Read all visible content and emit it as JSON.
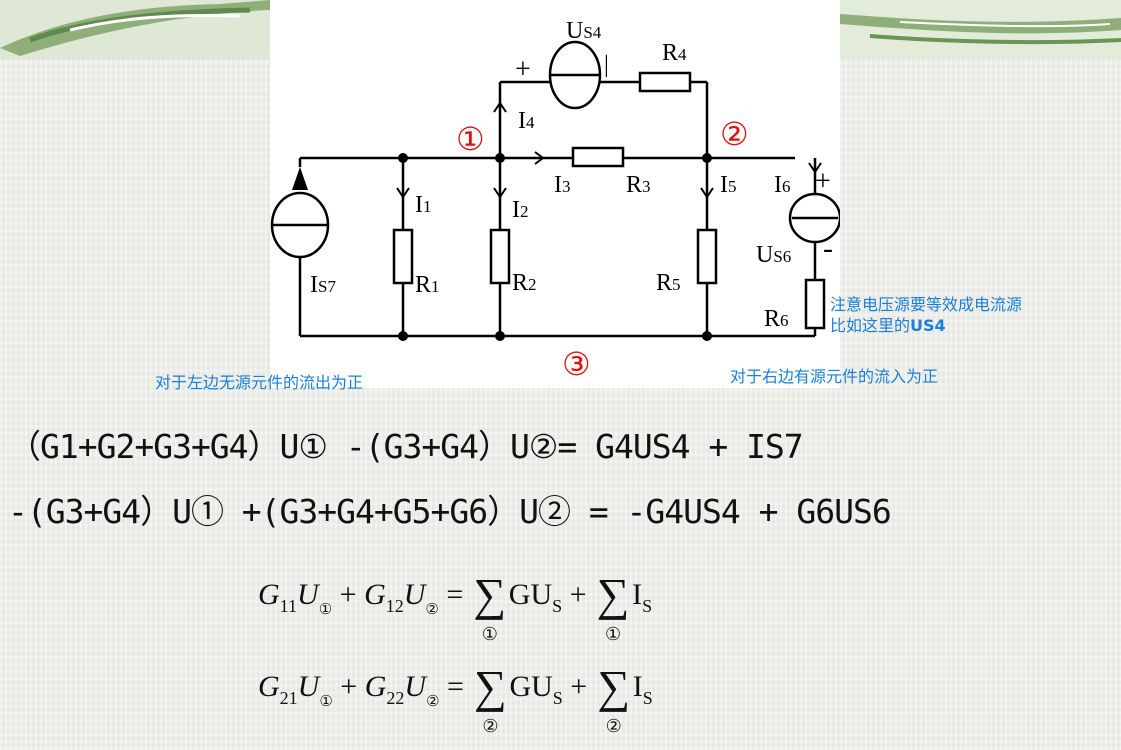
{
  "circuit": {
    "nodes": {
      "n1": "①",
      "n2": "②",
      "n3": "③"
    },
    "sources": {
      "us4": "U",
      "us4_sub": "S4",
      "is7": "I",
      "is7_sub": "S7",
      "us6": "U",
      "us6_sub": "S6"
    },
    "resistors": {
      "r1": "R",
      "r1_sub": "1",
      "r2": "R",
      "r2_sub": "2",
      "r3": "R",
      "r3_sub": "3",
      "r4": "R",
      "r4_sub": "4",
      "r5": "R",
      "r5_sub": "5",
      "r6": "R",
      "r6_sub": "6"
    },
    "currents": {
      "i1": "I",
      "i1_sub": "1",
      "i2": "I",
      "i2_sub": "2",
      "i3": "I",
      "i3_sub": "3",
      "i4": "I",
      "i4_sub": "4",
      "i5": "I",
      "i5_sub": "5",
      "i6": "I",
      "i6_sub": "6"
    },
    "polarity": {
      "plus": "+",
      "minus": "-",
      "bar": "|"
    },
    "colors": {
      "node_label": "#e01010",
      "note": "#1a7fd6",
      "wire": "#000000"
    }
  },
  "notes": {
    "left": "对于左边无源元件的流出为正",
    "right": "对于右边有源元件的流入为正",
    "source_line1": "注意电压源要等效成电流源",
    "source_line2_prefix": "比如这里的",
    "source_line2_bold": "US4"
  },
  "equations": {
    "eq1": "（G1+G2+G3+G4）U① -(G3+G4）U②= G4US4 + IS7",
    "eq2": "-(G3+G4）U① +(G3+G4+G5+G6）U② = -G4US4 + G6US6"
  },
  "matrix_form": {
    "row1": {
      "g_a": "G",
      "g_a_sub": "11",
      "u_a": "U",
      "u_a_sub": "①",
      "plus": "+",
      "g_b": "G",
      "g_b_sub": "12",
      "u_b": "U",
      "u_b_sub": "②",
      "equals": "=",
      "sigma": "∑",
      "sum_a_under": "①",
      "term_a": "GU",
      "term_a_sub": "S",
      "plus2": "+",
      "sum_b_under": "①",
      "term_b": "I",
      "term_b_sub": "S"
    },
    "row2": {
      "g_a": "G",
      "g_a_sub": "21",
      "u_a": "U",
      "u_a_sub": "①",
      "plus": "+",
      "g_b": "G",
      "g_b_sub": "22",
      "u_b": "U",
      "u_b_sub": "②",
      "equals": "=",
      "sigma": "∑",
      "sum_a_under": "②",
      "term_a": "GU",
      "term_a_sub": "S",
      "plus2": "+",
      "sum_b_under": "②",
      "term_b": "I",
      "term_b_sub": "S"
    }
  }
}
